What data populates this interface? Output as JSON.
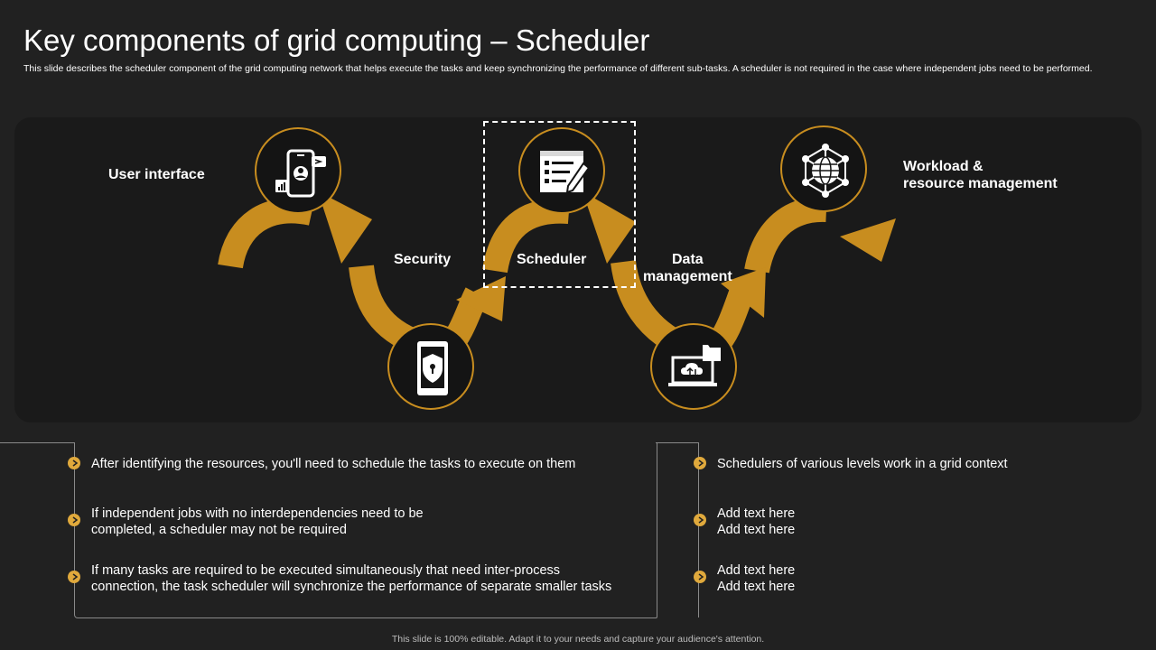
{
  "slide": {
    "title": "Key components of grid computing – Scheduler",
    "subtitle": "This slide describes the scheduler component of the grid computing network that helps execute the tasks and keep synchronizing the performance of different sub-tasks. A scheduler is not required in the case where independent jobs need to be performed.",
    "footer": "This slide is 100% editable.  Adapt it to your needs and capture your audience's attention."
  },
  "colors": {
    "accent": "#c88d1f",
    "background": "#212121",
    "panel": "#1a1a1a",
    "text": "#ffffff"
  },
  "flow": {
    "steps": [
      {
        "label": "User interface",
        "icon": "mobile-user-icon"
      },
      {
        "label": "Security",
        "icon": "mobile-shield-lock-icon"
      },
      {
        "label": "Scheduler",
        "icon": "checklist-pencil-icon"
      },
      {
        "label": "Data\nmanagement",
        "icon": "laptop-cloud-folder-icon"
      },
      {
        "label": "Workload &\nresource management",
        "icon": "globe-network-icon"
      }
    ],
    "highlighted_step": "Scheduler"
  },
  "bullets": {
    "left": [
      "After identifying the resources, you'll need to schedule the tasks to execute on them",
      "If independent jobs with no interdependencies need to be\ncompleted, a scheduler may not be required",
      "If many tasks are required to be executed simultaneously that need inter-process\nconnection, the task scheduler will synchronize the performance of separate smaller tasks"
    ],
    "right": [
      "Schedulers of various levels work in a grid context",
      "Add text here\nAdd text here",
      "Add text here\nAdd text here"
    ]
  }
}
